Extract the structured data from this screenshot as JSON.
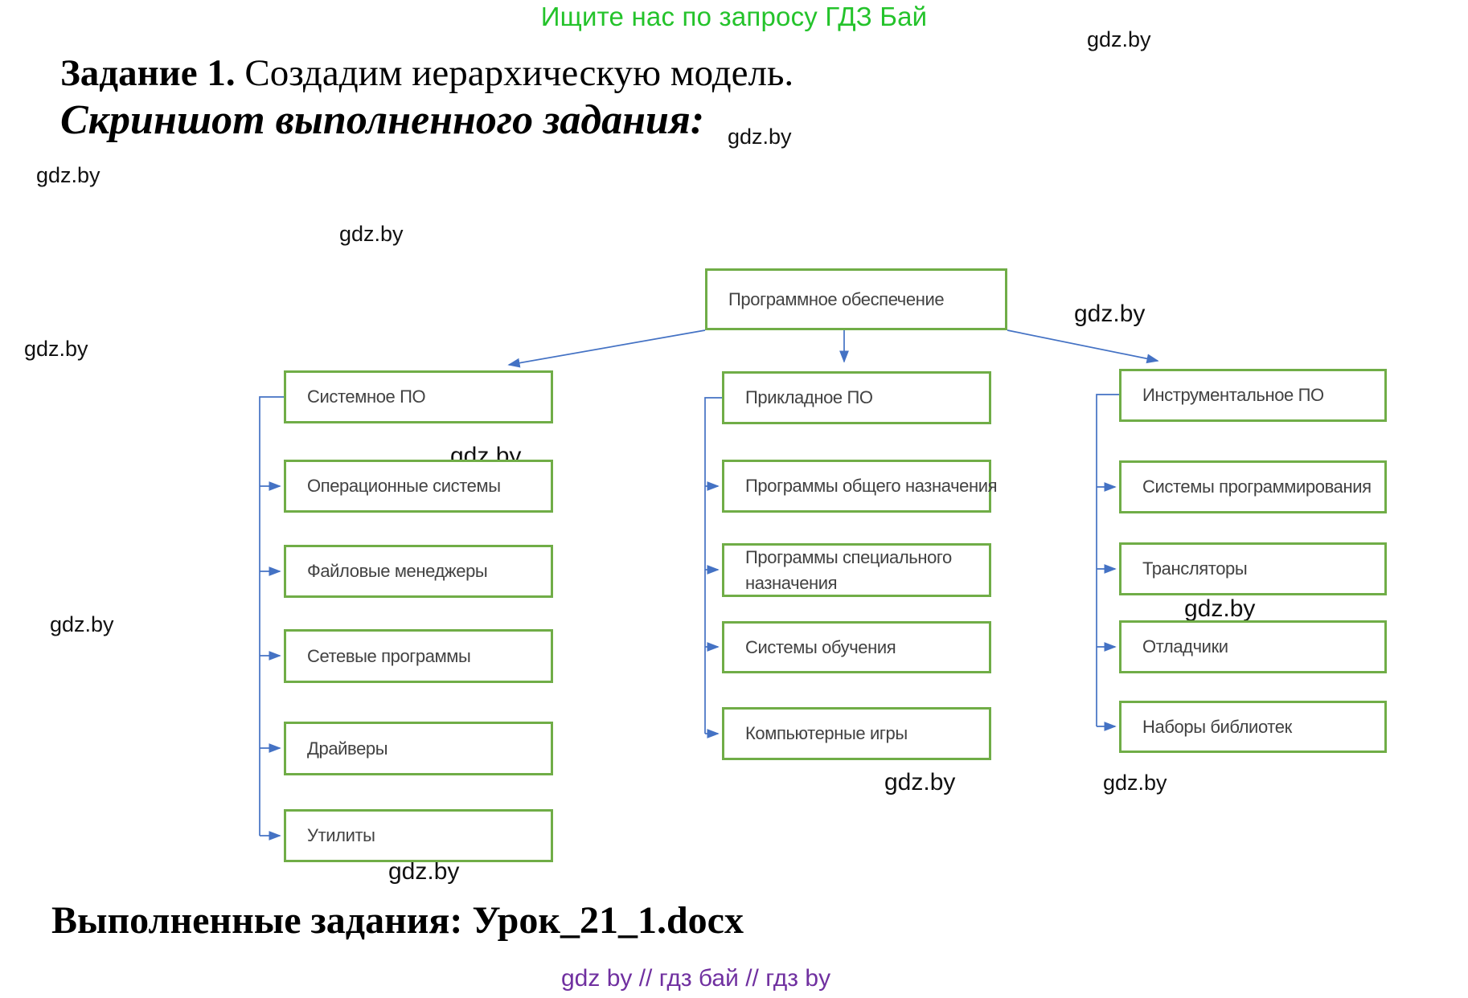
{
  "header": {
    "promo": "Ищите нас по запросу ГДЗ Бай",
    "task_label": "Задание 1.",
    "task_text": " Создадим иерархическую модель.",
    "subtitle": "Скриншот выполненного задания:"
  },
  "diagram": {
    "root": "Программное обеспечение",
    "columns": [
      {
        "parent": "Системное ПО",
        "children": [
          "Операционные системы",
          "Файловые менеджеры",
          "Сетевые программы",
          "Драйверы",
          "Утилиты"
        ]
      },
      {
        "parent": "Прикладное ПО",
        "children": [
          "Программы общего назначения",
          "Программы специального назначения",
          "Системы обучения",
          "Компьютерные игры"
        ]
      },
      {
        "parent": "Инструментальное ПО",
        "children": [
          "Системы программирования",
          "Трансляторы",
          "Отладчики",
          "Наборы библиотек"
        ]
      }
    ]
  },
  "footer": {
    "completed": "Выполненные задания: Урок_21_1.docx",
    "links": "gdz by  //  гдз бай  //  гдз by"
  },
  "watermark": "gdz.by",
  "colors": {
    "promo_green": "#24c32b",
    "box_border_green": "#70AD47",
    "connector_blue": "#4472C4",
    "footer_purple": "#7030A0"
  }
}
